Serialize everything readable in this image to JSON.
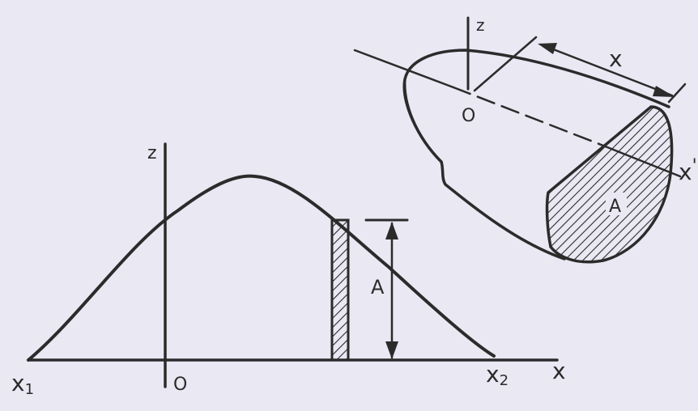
{
  "colors": {
    "paper": "#e9e8f3",
    "ink": "#2b2b2b"
  },
  "left_figure": {
    "axis_z_label": "z",
    "axis_x_label": "x",
    "origin_label": "O",
    "x1_base": "x",
    "x1_sub": "1",
    "x2_base": "x",
    "x2_sub": "2",
    "area_label": "A"
  },
  "right_figure": {
    "axis_z_label": "z",
    "origin_label": "O",
    "dimension_label": "x",
    "axis_x_label": "x",
    "axis_x_prime": "'",
    "area_label": "A"
  }
}
